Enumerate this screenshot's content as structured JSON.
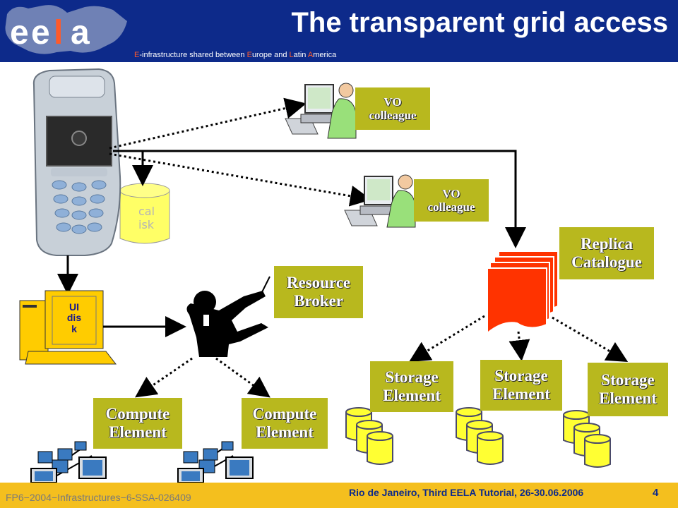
{
  "header": {
    "title": "The transparent grid access",
    "subtitle_parts": [
      "E",
      "-infrastructure shared between ",
      "E",
      "urope and ",
      "L",
      "atin ",
      "A",
      "merica"
    ]
  },
  "labels": {
    "vo_colleague_1": "VO\ncolleague",
    "vo_colleague_2": "VO\ncolleague",
    "replica_catalogue": "Replica\nCatalogue",
    "resource_broker": "Resource\nBroker",
    "storage_element_1": "Storage\nElement",
    "storage_element_2": "Storage\nElement",
    "storage_element_3": "Storage\nElement",
    "compute_element_1": "Compute\nElement",
    "compute_element_2": "Compute\nElement",
    "ui_disk": "UI\ndis\nk",
    "local_disk": "cal\nisk"
  },
  "footer": {
    "left": "FP6−2004−Infrastructures−6-SSA-026409",
    "center": "Rio de Janeiro, Third EELA Tutorial, 26-30.06.2006",
    "page": "4"
  },
  "colors": {
    "header_bg": "#0d2a8a",
    "footer_bg": "#f4bf1e",
    "label_bg": "#b8b81e",
    "accent_orange": "#ff3300",
    "cylinder_yellow": "#ffff66"
  },
  "icons": [
    "eela-logo",
    "mobile-phone-icon",
    "user-workstation-icon",
    "conductor-figure-icon",
    "document-stack-icon",
    "database-cylinder-icon",
    "computer-cluster-icon",
    "ui-computer-icon"
  ]
}
